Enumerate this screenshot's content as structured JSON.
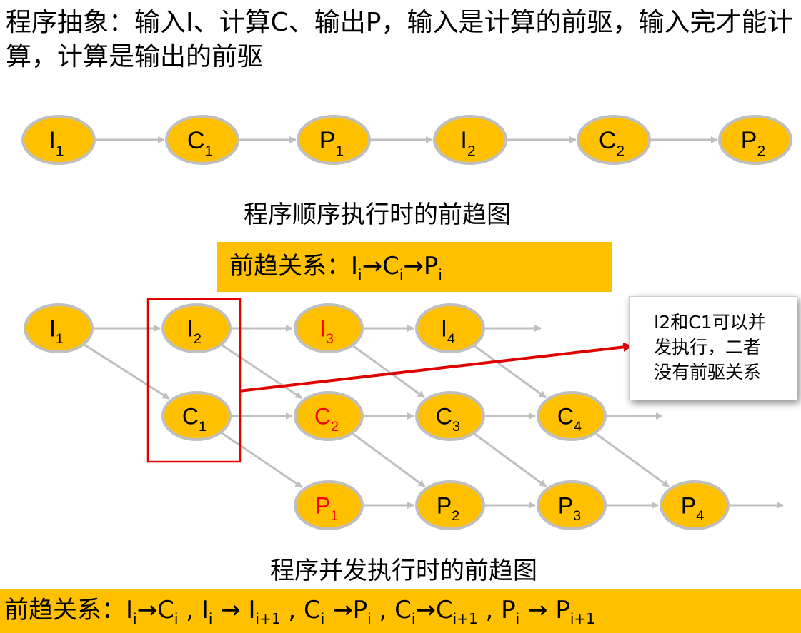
{
  "heading": "程序抽象：输入I、计算C、输出P，输入是计算的前驱，输入完才能计算，计算是输出的前驱",
  "sequential": {
    "nodes": [
      {
        "letter": "I",
        "sub": "1"
      },
      {
        "letter": "C",
        "sub": "1"
      },
      {
        "letter": "P",
        "sub": "1"
      },
      {
        "letter": "I",
        "sub": "2"
      },
      {
        "letter": "C",
        "sub": "2"
      },
      {
        "letter": "P",
        "sub": "2"
      }
    ],
    "caption": "程序顺序执行时的前趋图"
  },
  "seq_relation": {
    "prefix": "前趋关系：",
    "parts": [
      {
        "text": "I",
        "sub": "i"
      },
      {
        "text": "→C",
        "sub": "i"
      },
      {
        "text": "→P",
        "sub": "i"
      }
    ]
  },
  "concurrent": {
    "nodes": [
      {
        "id": "I1",
        "letter": "I",
        "sub": "1",
        "highlight": false
      },
      {
        "id": "I2",
        "letter": "I",
        "sub": "2",
        "highlight": false
      },
      {
        "id": "I3",
        "letter": "I",
        "sub": "3",
        "highlight": true
      },
      {
        "id": "I4",
        "letter": "I",
        "sub": "4",
        "highlight": false
      },
      {
        "id": "C1",
        "letter": "C",
        "sub": "1",
        "highlight": false
      },
      {
        "id": "C2",
        "letter": "C",
        "sub": "2",
        "highlight": true
      },
      {
        "id": "C3",
        "letter": "C",
        "sub": "3",
        "highlight": false
      },
      {
        "id": "C4",
        "letter": "C",
        "sub": "4",
        "highlight": false
      },
      {
        "id": "P1",
        "letter": "P",
        "sub": "1",
        "highlight": true
      },
      {
        "id": "P2",
        "letter": "P",
        "sub": "2",
        "highlight": false
      },
      {
        "id": "P3",
        "letter": "P",
        "sub": "3",
        "highlight": false
      },
      {
        "id": "P4",
        "letter": "P",
        "sub": "4",
        "highlight": false
      }
    ],
    "edges": [
      [
        "I1",
        "I2"
      ],
      [
        "I2",
        "I3"
      ],
      [
        "I3",
        "I4"
      ],
      [
        "C1",
        "C2"
      ],
      [
        "C2",
        "C3"
      ],
      [
        "C3",
        "C4"
      ],
      [
        "P1",
        "P2"
      ],
      [
        "P2",
        "P3"
      ],
      [
        "P3",
        "P4"
      ],
      [
        "I1",
        "C1"
      ],
      [
        "I2",
        "C2"
      ],
      [
        "I3",
        "C3"
      ],
      [
        "I4",
        "C4"
      ],
      [
        "C1",
        "P1"
      ],
      [
        "C2",
        "P2"
      ],
      [
        "C3",
        "P3"
      ],
      [
        "C4",
        "P4"
      ]
    ],
    "note": [
      "I2和C1可以并",
      "发执行，二者",
      "没有前驱关系"
    ],
    "caption": "程序并发执行时的前趋图"
  },
  "conc_relation": {
    "prefix": "前趋关系：",
    "parts": [
      {
        "text": "I",
        "sub": "i"
      },
      {
        "text": "→C",
        "sub": "i"
      },
      {
        "text": " , I",
        "sub": "i"
      },
      {
        "text": " → I",
        "sub": "i+1"
      },
      {
        "text": " , C",
        "sub": "i"
      },
      {
        "text": " →P",
        "sub": "i"
      },
      {
        "text": " , C",
        "sub": "i"
      },
      {
        "text": "→C",
        "sub": "i+1"
      },
      {
        "text": " , P",
        "sub": "i"
      },
      {
        "text": " → P",
        "sub": "i+1"
      }
    ]
  },
  "colors": {
    "node_fill": "#FFC000",
    "node_stroke": "#BFBFBF",
    "edge": "#BFBFBF",
    "highlight_text": "#FF0000",
    "annotation": "#E00000",
    "banner": "#FFC000"
  }
}
